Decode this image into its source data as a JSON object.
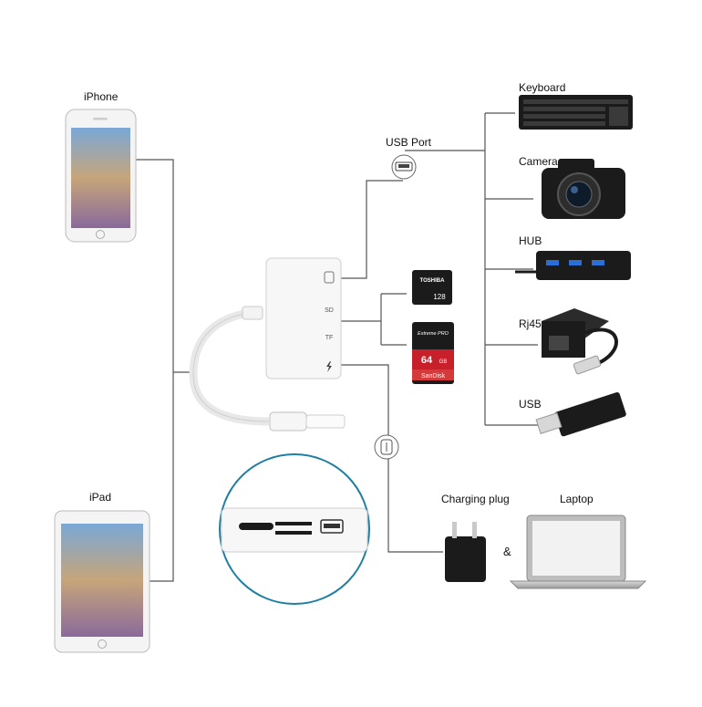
{
  "labels": {
    "iphone": "iPhone",
    "ipad": "iPad",
    "usb_port": "USB Port",
    "keyboard": "Keyboard",
    "camera": "Camera",
    "hub": "HUB",
    "rj45": "Rj45",
    "usb": "USB",
    "charging_plug": "Charging plug",
    "laptop": "Laptop",
    "ampersand": "&"
  },
  "sd_cards": {
    "micro_brand": "TOSHIBA",
    "micro_capacity": "128",
    "sd_series": "Extreme PRO",
    "sd_capacity": "64",
    "sd_unit": "GB",
    "sd_brand": "SanDisk"
  },
  "colors": {
    "line": "#555555",
    "accent_circle": "#1f7fa3",
    "device_dark": "#1b1b1b",
    "adapter_white": "#f7f7f7",
    "sd_red": "#c8202a"
  },
  "icons": [
    "usb-port-icon",
    "lightning-icon",
    "sd-card-icon",
    "micro-sd-icon"
  ]
}
